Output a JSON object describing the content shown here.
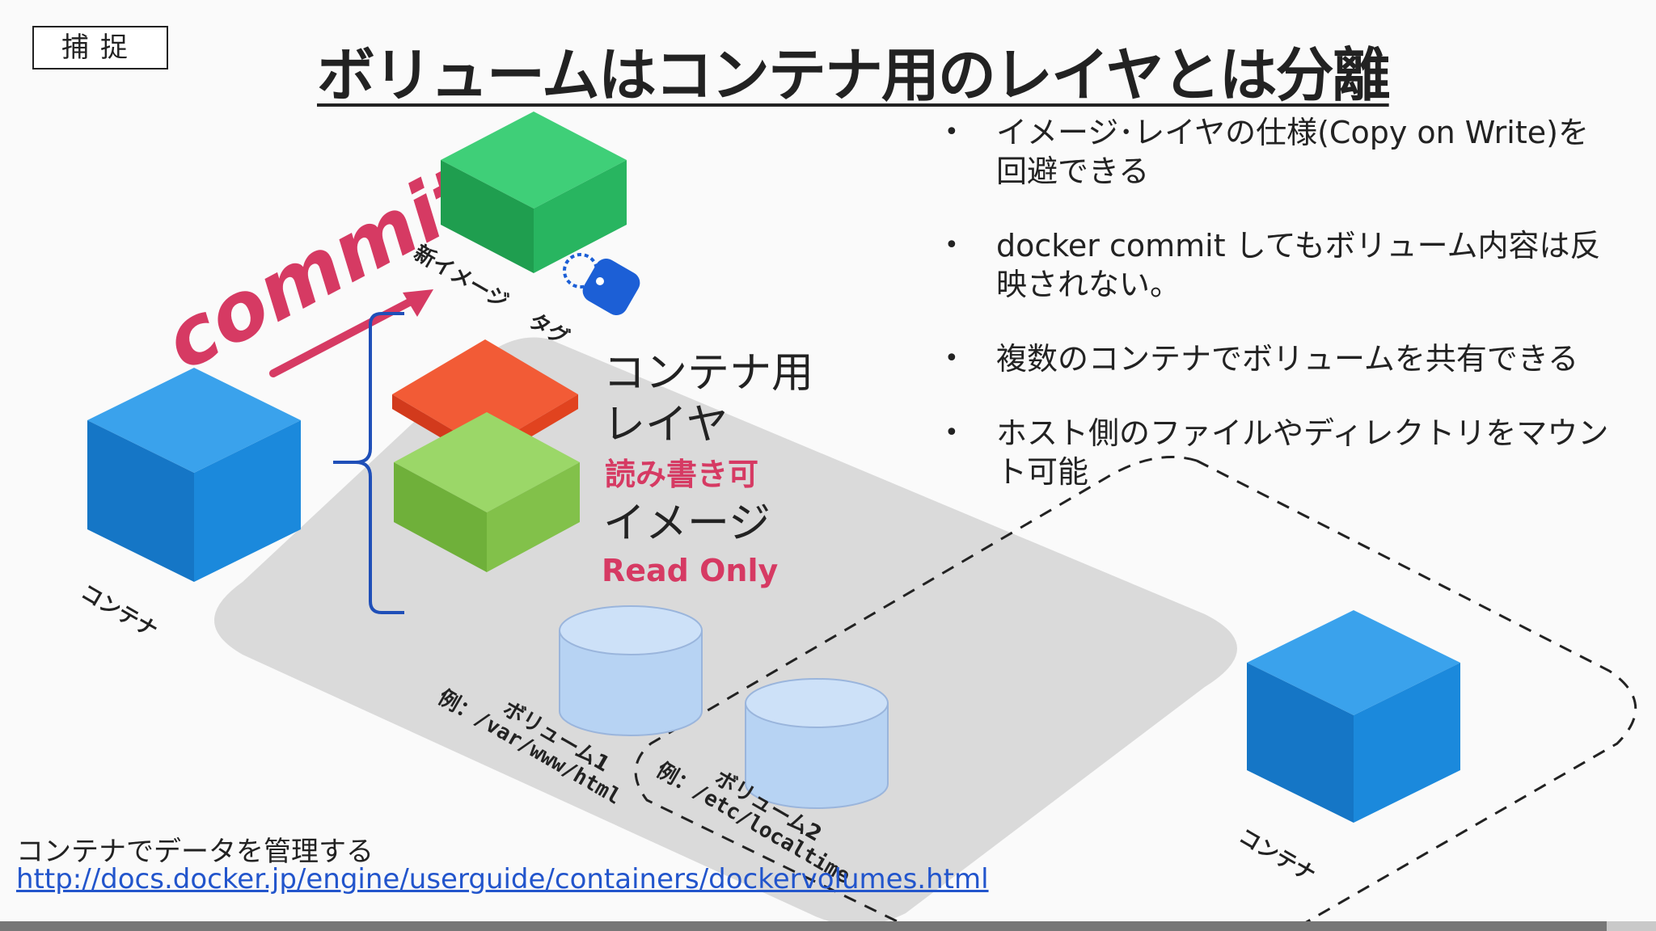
{
  "header": {
    "tag": "捕捉",
    "title": "ボリュームはコンテナ用のレイヤとは分離"
  },
  "bullets": [
    "イメージ･レイヤの仕様(Copy on Write)を回避できる",
    "docker commit してもボリューム内容は反映されない。",
    "複数のコンテナでボリュームを共有できる",
    "ホスト側のファイルやディレクトリをマウント可能"
  ],
  "diagram": {
    "commit_label": "commit",
    "new_image_label": "新イメージ",
    "tag_label": "タグ",
    "container_left_label": "コンテナ",
    "container_right_label": "コンテナ",
    "container_layer_line1": "コンテナ用",
    "container_layer_line2": "レイヤ",
    "container_layer_mode": "読み書き可",
    "image_layer_label": "イメージ",
    "image_layer_mode": "Read Only",
    "volume1_label": "ボリューム1",
    "volume1_example": "例：/var/www/html",
    "volume2_label": "ボリューム2",
    "volume2_example": "例：/etc/localtime"
  },
  "footer": {
    "reference_text": "コンテナでデータを管理する",
    "reference_url": "http://docs.docker.jp/engine/userguide/containers/dockervolumes.html"
  },
  "progress": {
    "fraction": 0.97
  },
  "colors": {
    "green_cube": "#22b25a",
    "blue_cube": "#1a8de0",
    "orange_layer": "#f04a22",
    "lime_layer": "#8ccb55",
    "accent_pink": "#d63a63",
    "brace_blue": "#1f4fb8",
    "tag_blue": "#1c5fd6",
    "volume_fill": "#bcd6f4"
  }
}
